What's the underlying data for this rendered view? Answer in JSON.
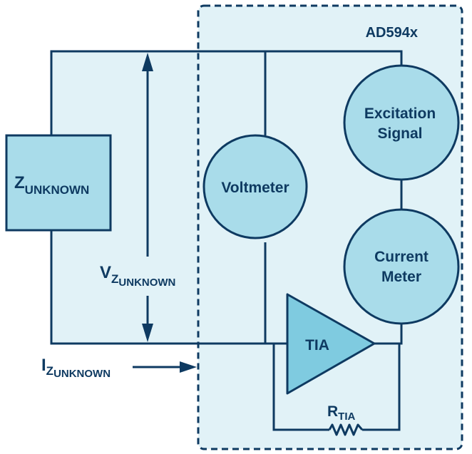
{
  "chip": {
    "label": "AD594x"
  },
  "blocks": {
    "excitation_line1": "Excitation",
    "excitation_line2": "Signal",
    "voltmeter": "Voltmeter",
    "current_line1": "Current",
    "current_line2": "Meter",
    "tia": "TIA"
  },
  "labels": {
    "z_main": "Z",
    "z_sub": "UNKNOWN",
    "v_main": "V",
    "v_sub1": "Z",
    "v_sub2": "UNKNOWN",
    "i_main": "I",
    "i_sub1": "Z",
    "i_sub2": "UNKNOWN",
    "r_main": "R",
    "r_sub": "TIA"
  },
  "colors": {
    "stroke": "#0e3a61",
    "chip_fill": "#e1f2f7",
    "block_fill": "#a9dcea",
    "region_fill": "#e1f2f7",
    "tia_fill": "#7fcbe0"
  }
}
